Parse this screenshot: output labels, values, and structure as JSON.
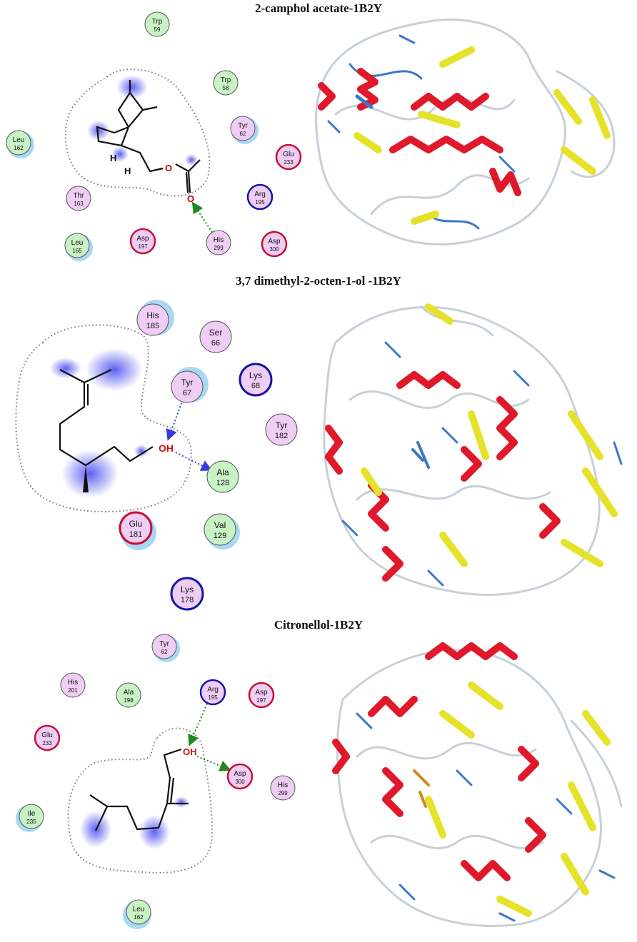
{
  "colors": {
    "helix": "#e0192a",
    "sheet": "#e6e22a",
    "turn": "#3a78c9",
    "coil": "#c7d0d8",
    "hbond_green": "#1e8a1e",
    "hbond_blue": "#3a3ae0",
    "hydrophobic_res": "#c9f2c4",
    "polar_res": "#efcdf4",
    "acidic_ring": "#c8102e",
    "basic_ring": "#1414a8",
    "hydrophobic_patch": "#6a6cf0"
  },
  "panels": [
    {
      "title": "2-camphol acetate-1B2Y",
      "atoms": {
        "o": "O",
        "h1": "H",
        "h2": "H"
      },
      "residues": [
        {
          "name": "Trp",
          "num": "59"
        },
        {
          "name": "Trp",
          "num": "58"
        },
        {
          "name": "Tyr",
          "num": "62"
        },
        {
          "name": "Leu",
          "num": "162"
        },
        {
          "name": "Glu",
          "num": "233"
        },
        {
          "name": "Thr",
          "num": "163"
        },
        {
          "name": "Arg",
          "num": "195"
        },
        {
          "name": "Leu",
          "num": "165"
        },
        {
          "name": "Asp",
          "num": "197"
        },
        {
          "name": "His",
          "num": "299"
        },
        {
          "name": "Asp",
          "num": "300"
        }
      ]
    },
    {
      "title": "3,7 dimethyl-2-octen-1-ol -1B2Y",
      "atoms": {
        "oh": "OH"
      },
      "residues": [
        {
          "name": "His",
          "num": "185"
        },
        {
          "name": "Ser",
          "num": "66"
        },
        {
          "name": "Tyr",
          "num": "67"
        },
        {
          "name": "Lys",
          "num": "68"
        },
        {
          "name": "Tyr",
          "num": "182"
        },
        {
          "name": "Ala",
          "num": "128"
        },
        {
          "name": "Glu",
          "num": "181"
        },
        {
          "name": "Val",
          "num": "129"
        },
        {
          "name": "Lys",
          "num": "178"
        }
      ]
    },
    {
      "title": "Citronellol-1B2Y",
      "atoms": {
        "oh": "OH"
      },
      "residues": [
        {
          "name": "Tyr",
          "num": "62"
        },
        {
          "name": "His",
          "num": "201"
        },
        {
          "name": "Ala",
          "num": "198"
        },
        {
          "name": "Arg",
          "num": "195"
        },
        {
          "name": "Asp",
          "num": "197"
        },
        {
          "name": "Glu",
          "num": "233"
        },
        {
          "name": "Asp",
          "num": "300"
        },
        {
          "name": "His",
          "num": "299"
        },
        {
          "name": "Ile",
          "num": "235"
        },
        {
          "name": "Leu",
          "num": "162"
        }
      ]
    }
  ]
}
